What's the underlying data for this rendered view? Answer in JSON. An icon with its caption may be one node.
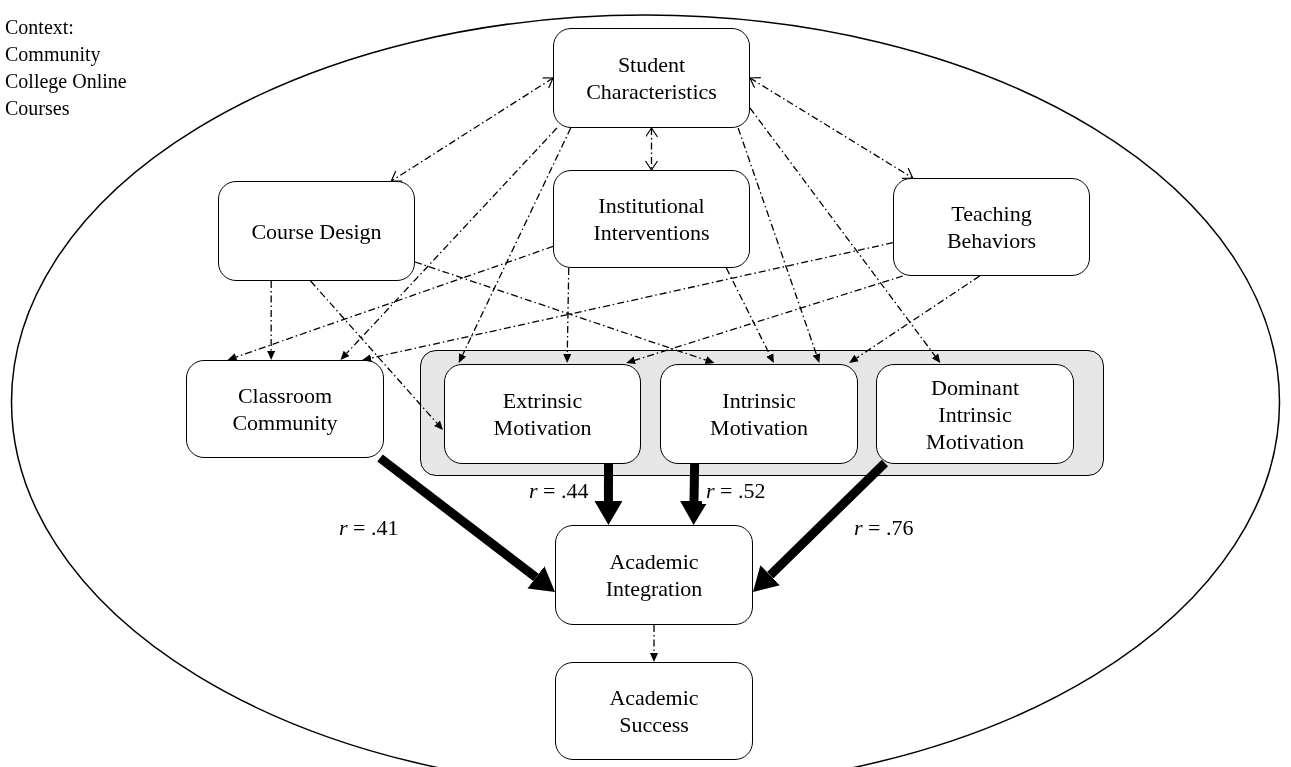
{
  "diagram": {
    "nodes": [
      {
        "text": [
          "Context: Community College Online Courses"
        ]
      },
      {
        "text": [
          "Student Characteristics"
        ],
        "in": 0
      },
      {
        "text": [
          "Course Design"
        ],
        "in": 0
      },
      {
        "text": [
          "Institutional Interventions"
        ],
        "in": 0
      },
      {
        "text": [
          "Teaching Behaviors"
        ],
        "in": 0
      },
      {
        "text": [
          "Classroom Community"
        ],
        "in": 0
      },
      {
        "text": [],
        "shape": "box",
        "in": 0
      },
      {
        "text": [
          "Extrinsic Motivation"
        ],
        "in": 6
      },
      {
        "text": [
          "Intrinsic Motivation"
        ],
        "in": 6
      },
      {
        "text": [
          "Dominant Intrinsic Motivation"
        ],
        "in": 6
      },
      {
        "text": [
          "Academic Integration"
        ],
        "in": 0
      },
      {
        "text": [
          "Academic Success"
        ],
        "in": 0
      }
    ],
    "edges": [
      {
        "from": 1,
        "to": 2,
        "arrow": "both",
        "style": "dashed"
      },
      {
        "from": 1,
        "to": 3,
        "arrow": "both",
        "style": "dashed"
      },
      {
        "from": 1,
        "to": 4,
        "arrow": "both",
        "style": "dashed"
      },
      {
        "from": 1,
        "to": 5,
        "arrow": "to",
        "style": "dashed"
      },
      {
        "from": 1,
        "to": 7,
        "arrow": "to",
        "style": "dashed"
      },
      {
        "from": 1,
        "to": 8,
        "arrow": "to",
        "style": "dashed"
      },
      {
        "from": 1,
        "to": 9,
        "arrow": "to",
        "style": "dashed"
      },
      {
        "from": 2,
        "to": 5,
        "arrow": "to",
        "style": "dashed"
      },
      {
        "from": 2,
        "to": 7,
        "arrow": "to",
        "style": "dashed"
      },
      {
        "from": 2,
        "to": 8,
        "arrow": "to",
        "style": "dashed"
      },
      {
        "from": 3,
        "to": 5,
        "arrow": "to",
        "style": "dashed"
      },
      {
        "from": 3,
        "to": 7,
        "arrow": "to",
        "style": "dashed"
      },
      {
        "from": 3,
        "to": 8,
        "arrow": "to",
        "style": "dashed"
      },
      {
        "from": 4,
        "to": 5,
        "arrow": "to",
        "style": "dashed"
      },
      {
        "from": 4,
        "to": 7,
        "arrow": "to",
        "style": "dashed"
      },
      {
        "from": 4,
        "to": 8,
        "arrow": "to",
        "style": "dashed"
      },
      {
        "from": 5,
        "to": 10,
        "arrow": "to",
        "style": "thick",
        "label": "*r* = .41"
      },
      {
        "from": 7,
        "to": 10,
        "arrow": "to",
        "style": "thick",
        "label": "*r* = .44"
      },
      {
        "from": 8,
        "to": 10,
        "arrow": "to",
        "style": "thick",
        "label": "*r* = .52"
      },
      {
        "from": 9,
        "to": 10,
        "arrow": "to",
        "style": "thick",
        "label": "*r* = .76"
      },
      {
        "from": 10,
        "to": 11,
        "arrow": "to",
        "style": "dashed"
      }
    ]
  }
}
